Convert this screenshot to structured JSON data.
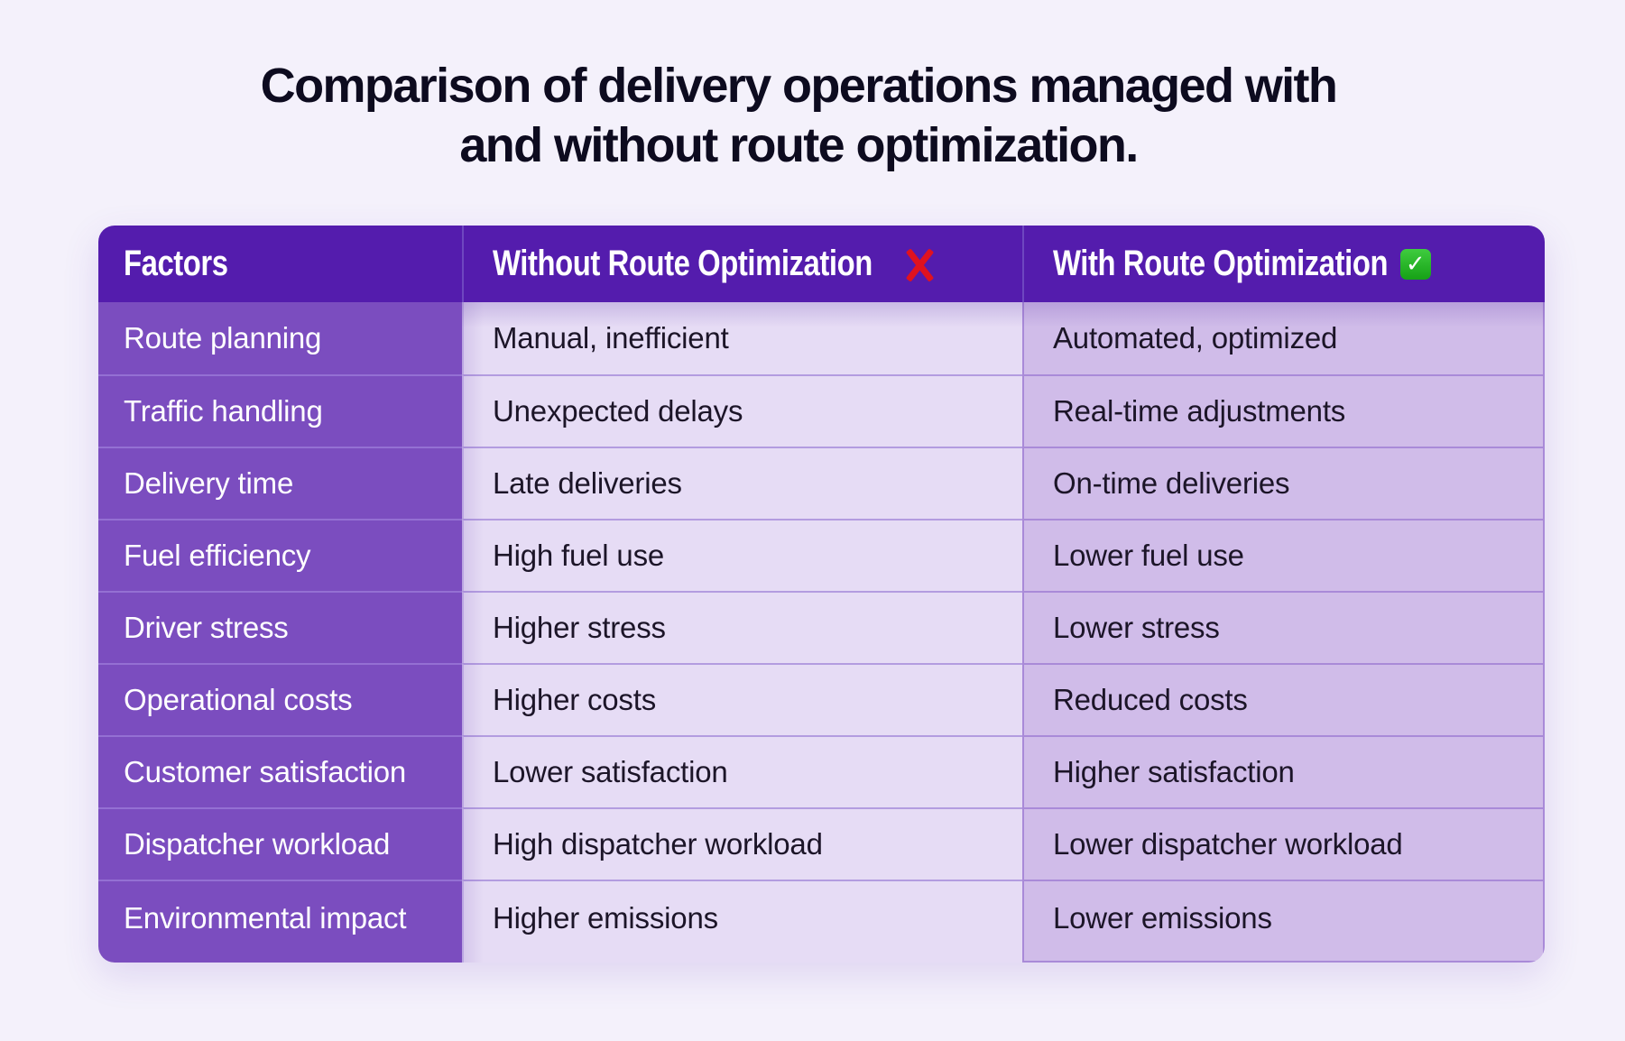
{
  "title": {
    "line1": "Comparison of delivery operations managed with",
    "line2": "and without route optimization."
  },
  "table": {
    "headers": {
      "factors": "Factors",
      "without": "Without Route Optimization",
      "with": "With Route Optimization",
      "without_icon": "cross-mark-icon",
      "with_icon": "check-mark-icon",
      "with_icon_glyph": "✓"
    },
    "rows": [
      {
        "factor": "Route planning",
        "without": "Manual, inefficient",
        "with": "Automated, optimized"
      },
      {
        "factor": "Traffic handling",
        "without": "Unexpected delays",
        "with": "Real-time adjustments"
      },
      {
        "factor": "Delivery time",
        "without": "Late deliveries",
        "with": "On-time deliveries"
      },
      {
        "factor": "Fuel efficiency",
        "without": "High fuel use",
        "with": "Lower fuel use"
      },
      {
        "factor": "Driver stress",
        "without": "Higher stress",
        "with": "Lower stress"
      },
      {
        "factor": "Operational costs",
        "without": "Higher costs",
        "with": "Reduced costs"
      },
      {
        "factor": "Customer satisfaction",
        "without": "Lower satisfaction",
        "with": "Higher satisfaction"
      },
      {
        "factor": "Dispatcher workload",
        "without": "High dispatcher workload",
        "with": "Lower dispatcher workload"
      },
      {
        "factor": "Environmental impact",
        "without": "Higher emissions",
        "with": "Lower emissions"
      }
    ]
  },
  "colors": {
    "background": "#f4f1fb",
    "header": "#541cad",
    "factor_column": "#7b4dbf",
    "without_column": "#e6dcf5",
    "with_column": "#d0bce9",
    "cross": "#e0121f",
    "check": "#22b422"
  }
}
